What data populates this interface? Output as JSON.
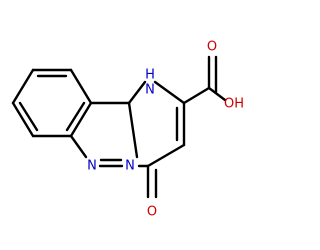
{
  "molecule": {
    "atoms": [
      {
        "id": "nh",
        "text": "H",
        "sub": "N",
        "label": "1H-N",
        "color": "#0000cc"
      },
      {
        "id": "n_imine",
        "text": "N",
        "color": "#0000cc"
      },
      {
        "id": "n_bridge",
        "text": "N",
        "color": "#0000cc"
      },
      {
        "id": "o_ketone",
        "text": "O",
        "color": "#cc0000"
      },
      {
        "id": "o_carbonyl",
        "text": "O",
        "color": "#cc0000"
      },
      {
        "id": "oh",
        "text": "OH",
        "color": "#cc0000"
      }
    ]
  }
}
